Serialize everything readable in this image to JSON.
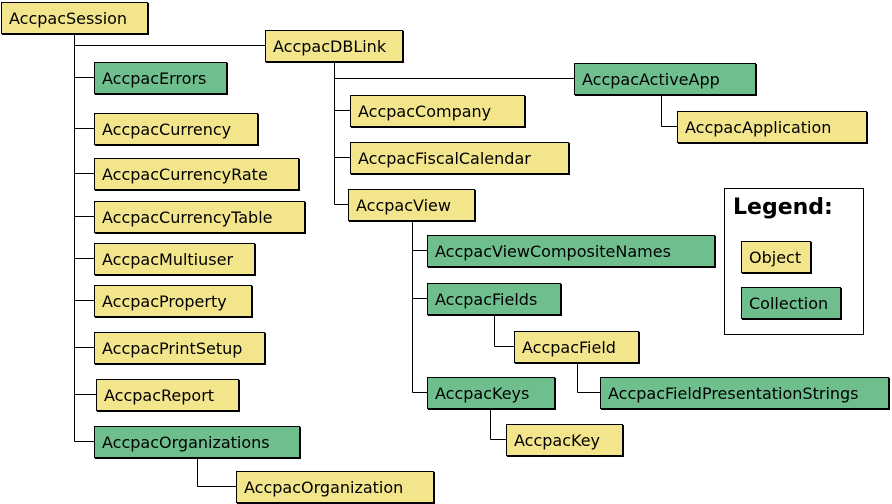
{
  "colors": {
    "object": "#f2e58c",
    "collection": "#6fbf8e",
    "line": "#000000"
  },
  "nodes": {
    "session": {
      "label": "AccpacSession",
      "kind": "object"
    },
    "dblink": {
      "label": "AccpacDBLink",
      "kind": "object"
    },
    "errors": {
      "label": "AccpacErrors",
      "kind": "collection"
    },
    "currency": {
      "label": "AccpacCurrency",
      "kind": "object"
    },
    "currency_rate": {
      "label": "AccpacCurrencyRate",
      "kind": "object"
    },
    "currency_table": {
      "label": "AccpacCurrencyTable",
      "kind": "object"
    },
    "multiuser": {
      "label": "AccpacMultiuser",
      "kind": "object"
    },
    "property": {
      "label": "AccpacProperty",
      "kind": "object"
    },
    "print_setup": {
      "label": "AccpacPrintSetup",
      "kind": "object"
    },
    "report": {
      "label": "AccpacReport",
      "kind": "object"
    },
    "organizations": {
      "label": "AccpacOrganizations",
      "kind": "collection"
    },
    "organization": {
      "label": "AccpacOrganization",
      "kind": "object"
    },
    "active_app": {
      "label": "AccpacActiveApp",
      "kind": "collection"
    },
    "application": {
      "label": "AccpacApplication",
      "kind": "object"
    },
    "company": {
      "label": "AccpacCompany",
      "kind": "object"
    },
    "fiscal_calendar": {
      "label": "AccpacFiscalCalendar",
      "kind": "object"
    },
    "view": {
      "label": "AccpacView",
      "kind": "object"
    },
    "view_composite_names": {
      "label": "AccpacViewCompositeNames",
      "kind": "collection"
    },
    "fields": {
      "label": "AccpacFields",
      "kind": "collection"
    },
    "field": {
      "label": "AccpacField",
      "kind": "object"
    },
    "keys": {
      "label": "AccpacKeys",
      "kind": "collection"
    },
    "field_presentation_strings": {
      "label": "AccpacFieldPresentationStrings",
      "kind": "collection"
    },
    "key": {
      "label": "AccpacKey",
      "kind": "object"
    }
  },
  "legend": {
    "title": "Legend:",
    "object_label": "Object",
    "collection_label": "Collection"
  }
}
